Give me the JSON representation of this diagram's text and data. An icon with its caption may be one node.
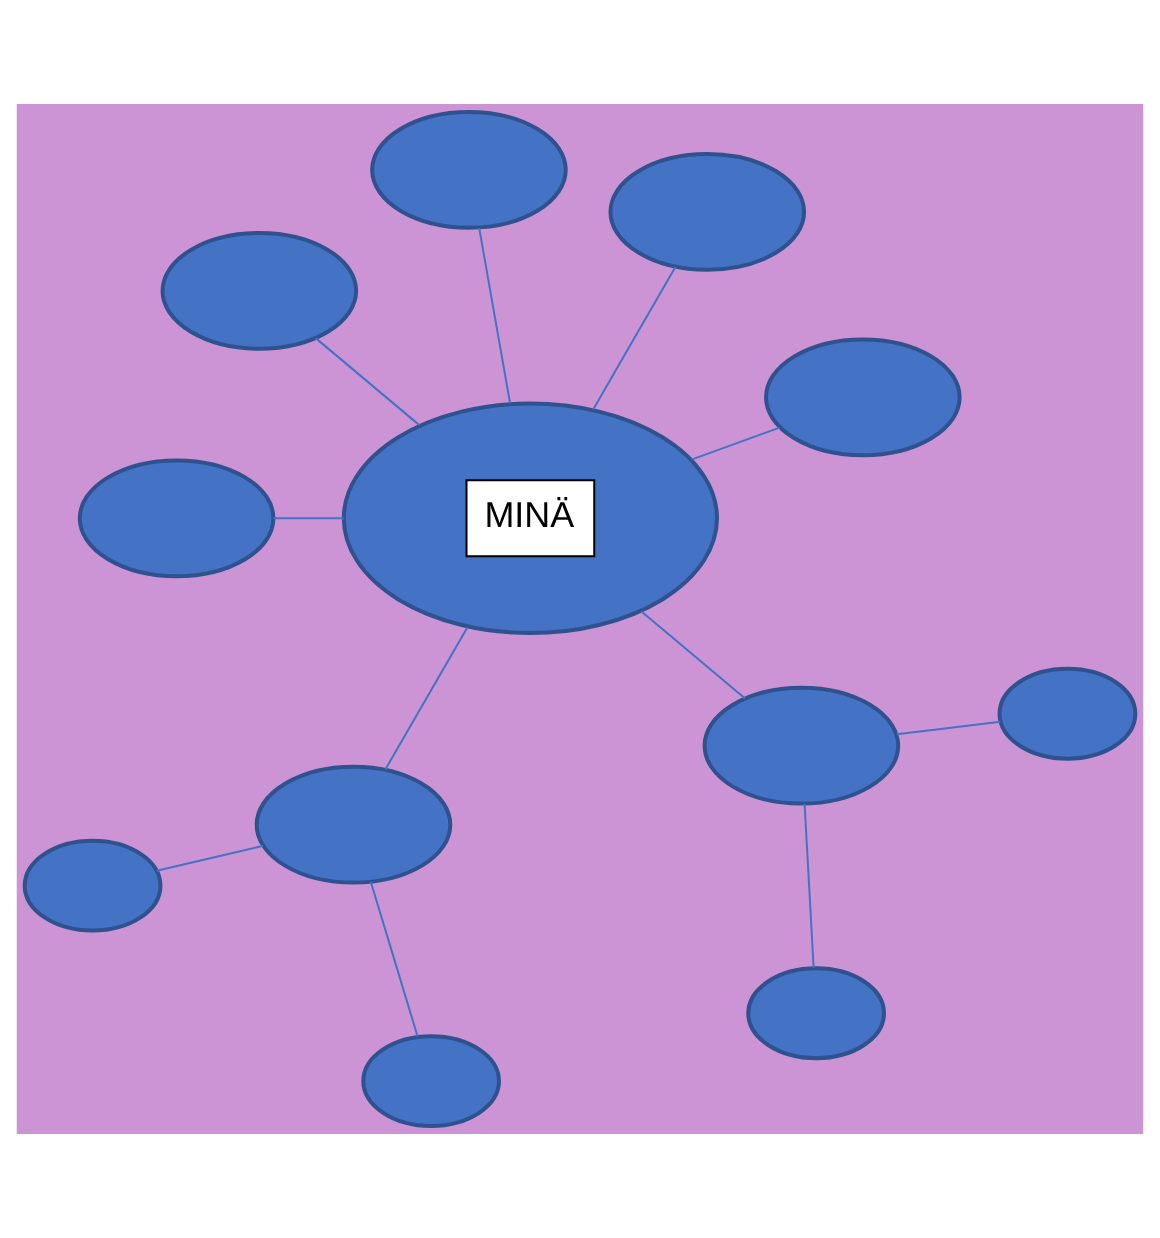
{
  "diagram": {
    "nodes": [
      {
        "text": [
          "MINÄ"
        ]
      },
      {
        "text": [],
        "shape": "ellipse"
      },
      {
        "text": [],
        "shape": "ellipse"
      },
      {
        "text": [],
        "shape": "ellipse"
      },
      {
        "text": [],
        "shape": "ellipse"
      },
      {
        "text": [],
        "shape": "ellipse"
      },
      {
        "text": [],
        "shape": "ellipse"
      },
      {
        "text": [],
        "shape": "ellipse"
      },
      {
        "text": [],
        "shape": "ellipse"
      },
      {
        "text": [],
        "shape": "ellipse"
      },
      {
        "text": [],
        "shape": "ellipse"
      },
      {
        "text": [],
        "shape": "ellipse"
      }
    ],
    "edges": [
      {
        "from": 0,
        "to": 1,
        "arrow": "none"
      },
      {
        "from": 0,
        "to": 2,
        "arrow": "none"
      },
      {
        "from": 0,
        "to": 3,
        "arrow": "none"
      },
      {
        "from": 0,
        "to": 4,
        "arrow": "none"
      },
      {
        "from": 0,
        "to": 5,
        "arrow": "none"
      },
      {
        "from": 0,
        "to": 6,
        "arrow": "none"
      },
      {
        "from": 0,
        "to": 7,
        "arrow": "none"
      },
      {
        "from": 6,
        "to": 9,
        "arrow": "none"
      },
      {
        "from": 6,
        "to": 10,
        "arrow": "none"
      },
      {
        "from": 7,
        "to": 8,
        "arrow": "none"
      },
      {
        "from": 7,
        "to": 11,
        "arrow": "none"
      }
    ]
  }
}
